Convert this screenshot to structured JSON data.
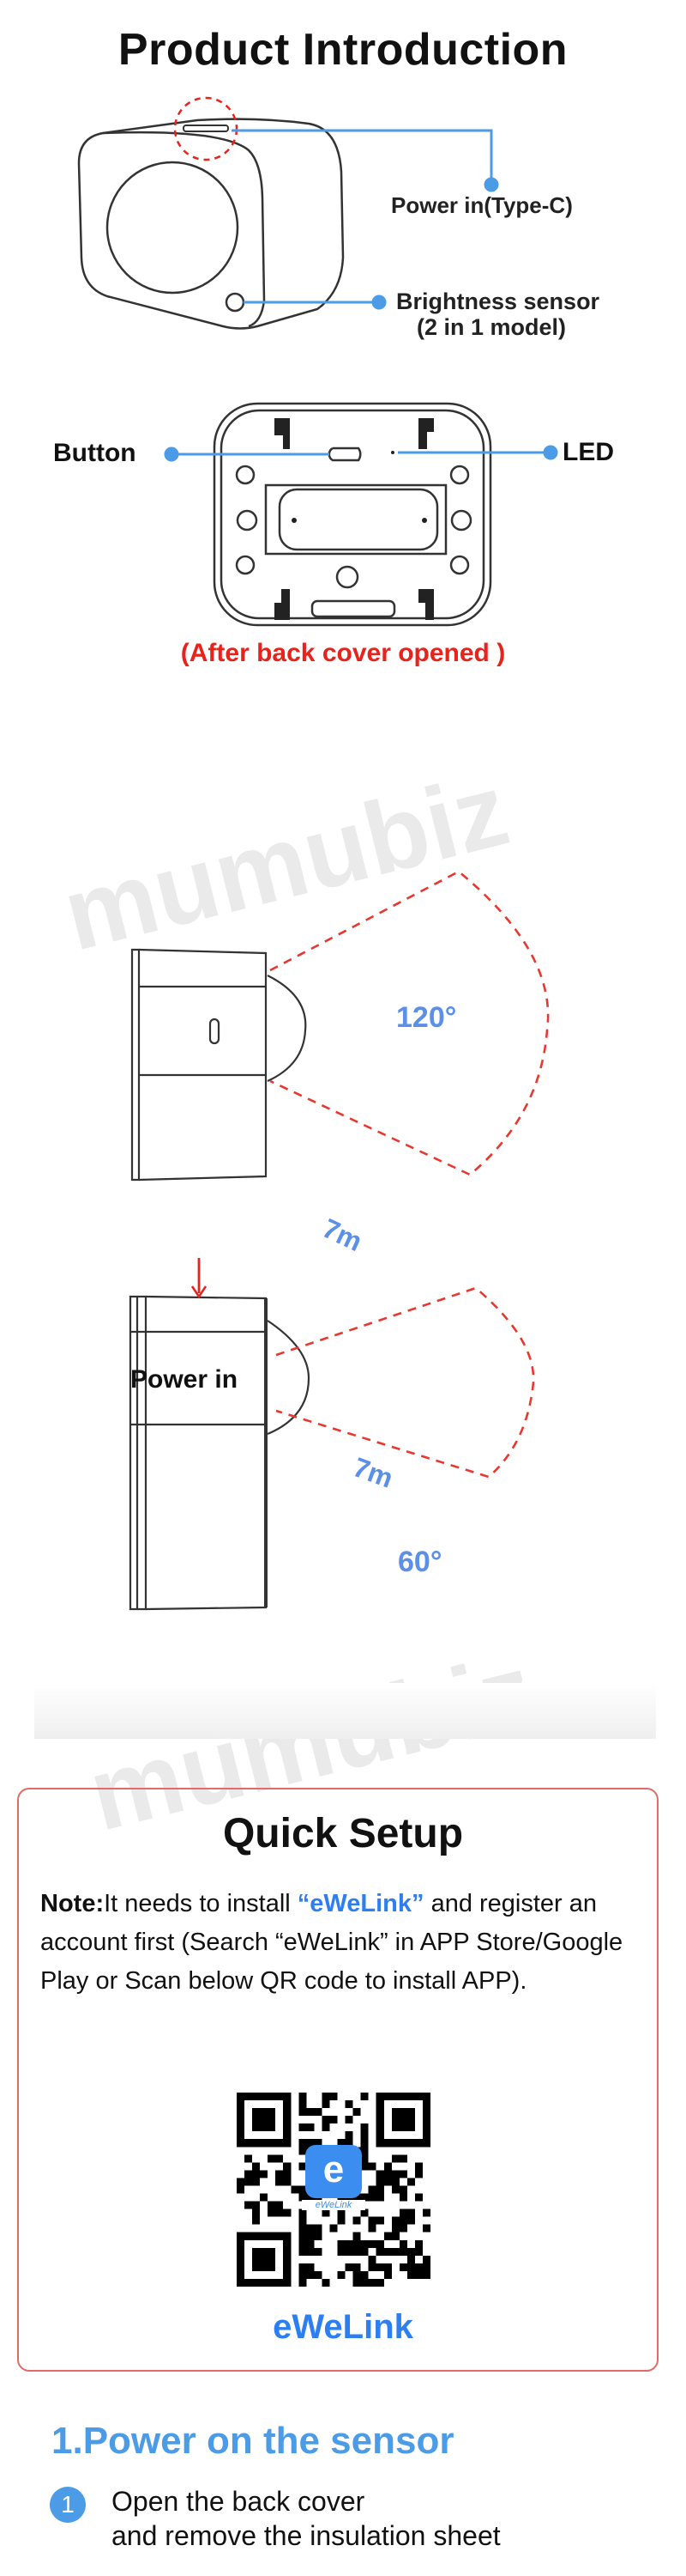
{
  "product_intro": {
    "title": "Product Introduction",
    "power_in_typec": "Power in(Type-C)",
    "brightness_sensor": "Brightness sensor",
    "brightness_note": "(2 in 1 model)",
    "button": "Button",
    "led": "LED",
    "back_cover_note": "(After back cover opened )"
  },
  "detection": {
    "wide_angle": "120°",
    "wide_distance": "7m",
    "power_in": "Power in",
    "narrow_angle": "60°",
    "narrow_distance": "7m"
  },
  "watermark": "mumubiz",
  "quick_setup": {
    "title": "Quick Setup",
    "note_label": "Note:",
    "note_pre": "It needs to install ",
    "note_app": "“eWeLink”",
    "note_post": " and register an account first (Search “eWeLink” in APP Store/Google Play or Scan below QR code to install APP).",
    "qr_logo_letter": "e",
    "qr_logo_caption": "eWeLink",
    "app_name": "eWeLink"
  },
  "step_section": {
    "heading": "1.Power on the sensor",
    "steps": [
      {
        "number": "1",
        "line1": "Open the back cover",
        "line2": "and remove the insulation sheet"
      }
    ]
  },
  "colors": {
    "accent_blue": "#4b9be6",
    "red": "#e8231c",
    "app_blue": "#2d7ef0"
  }
}
